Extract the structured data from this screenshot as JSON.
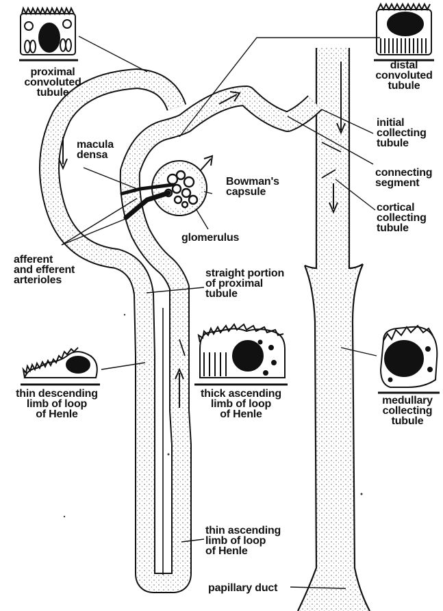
{
  "labels": {
    "proximal_convoluted_tubule": "proximal\nconvoluted\ntubule",
    "distal_convoluted_tubule": "distal\nconvoluted\ntubule",
    "macula_densa": "macula\ndensa",
    "initial_collecting_tubule": "initial\ncollecting\ntubule",
    "connecting_segment": "connecting\nsegment",
    "bowmans_capsule": "Bowman's\ncapsule",
    "cortical_collecting_tubule": "cortical\ncollecting\ntubule",
    "glomerulus": "glomerulus",
    "afferent_efferent_arterioles": "afferent\nand efferent\narterioles",
    "straight_portion_proximal_tubule": "straight portion\nof proximal\ntubule",
    "thin_descending_limb": "thin descending\nlimb of loop\nof Henle",
    "thick_ascending_limb": "thick ascending\nlimb of loop\nof Henle",
    "medullary_collecting_tubule": "medullary\ncollecting\ntubule",
    "thin_ascending_limb": "thin ascending\nlimb of loop\nof Henle",
    "papillary_duct": "papillary duct"
  }
}
